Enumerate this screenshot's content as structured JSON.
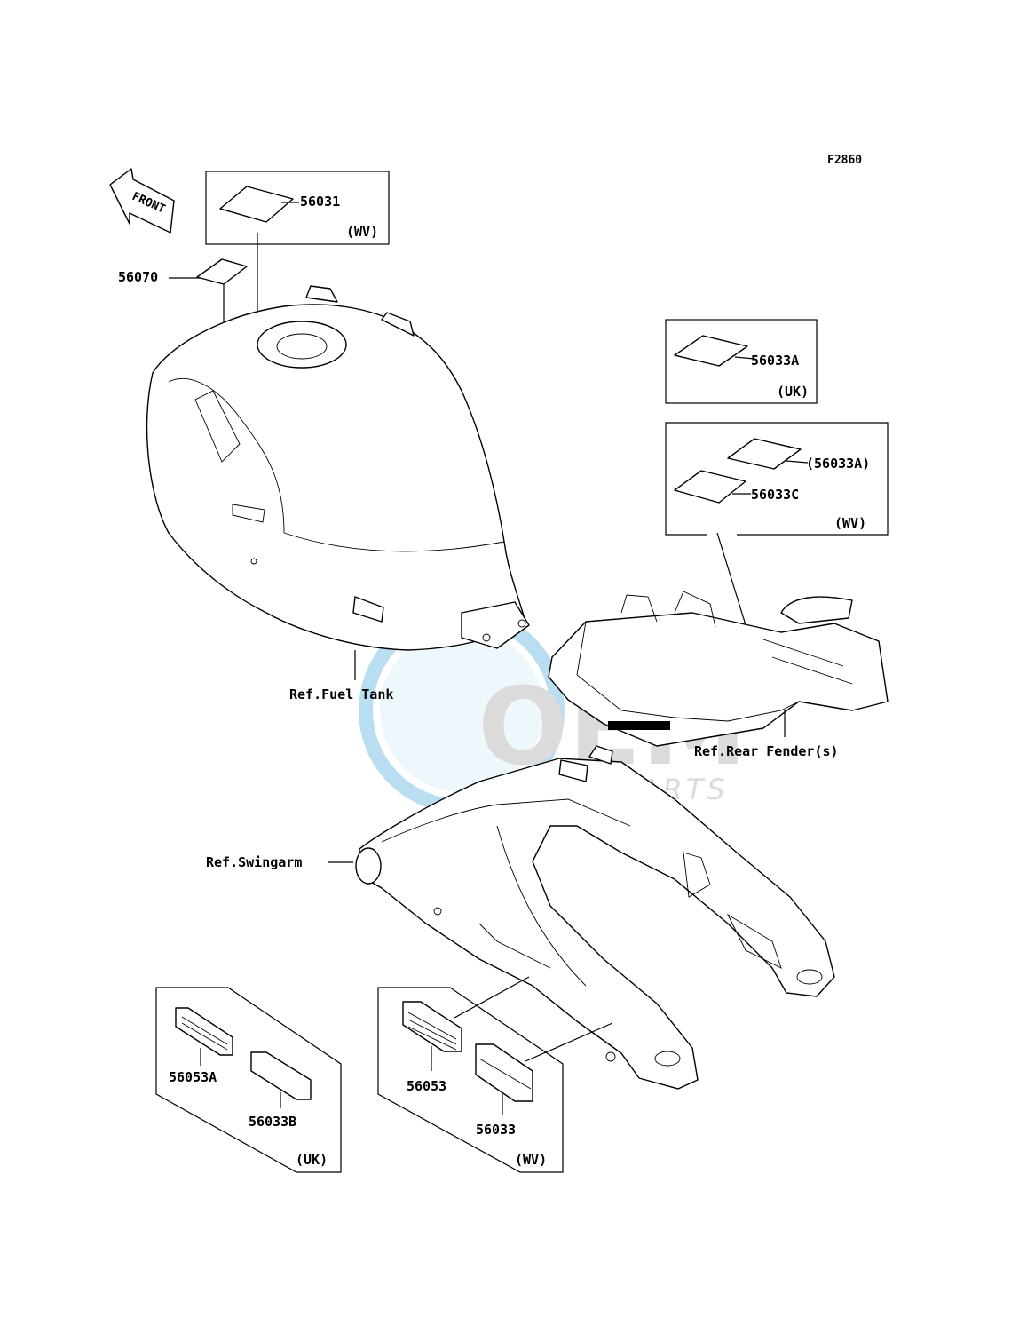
{
  "figure_code": "F2860",
  "front_label": "FRONT",
  "watermark": {
    "brand": "OEM",
    "sub": "MOTORPARTS",
    "color": "#3aa3db"
  },
  "labels": {
    "p56031": "56031",
    "p56031_region": "(WV)",
    "p56070": "56070",
    "p56033A": "56033A",
    "p56033A_region": "(UK)",
    "p56033A_paren": "(56033A)",
    "p56033C": "56033C",
    "wv_region_rear": "(WV)",
    "ref_fuel_tank": "Ref.Fuel Tank",
    "ref_rear_fender": "Ref.Rear Fender(s)",
    "ref_swingarm": "Ref.Swingarm",
    "p56053A": "56053A",
    "p56033B": "56033B",
    "uk_region_bottom": "(UK)",
    "p56053": "56053",
    "p56033": "56033",
    "wv_region_bottom": "(WV)"
  }
}
